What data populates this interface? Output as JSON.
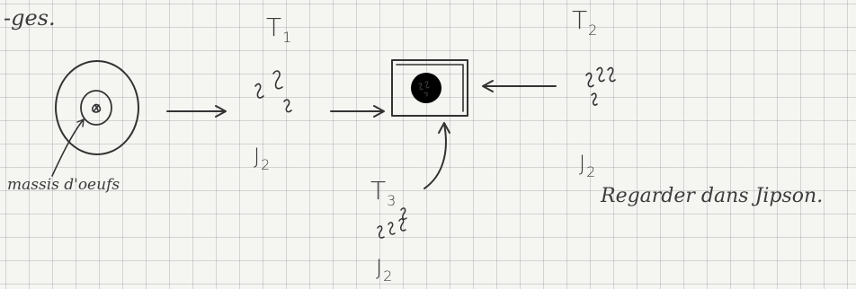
{
  "page": {
    "header_fragment": "-ges.",
    "egg_mass_label": "massis d'oeufs",
    "tanks": [
      {
        "letter": "T",
        "sub": "1",
        "juvenile_label": "J",
        "juvenile_sub": "2"
      },
      {
        "letter": "T",
        "sub": "2",
        "juvenile_label": "J",
        "juvenile_sub": "2"
      },
      {
        "letter": "T",
        "sub": "3",
        "juvenile_label": "J",
        "juvenile_sub": "2"
      }
    ],
    "note": "Regarder dans Jipson."
  }
}
